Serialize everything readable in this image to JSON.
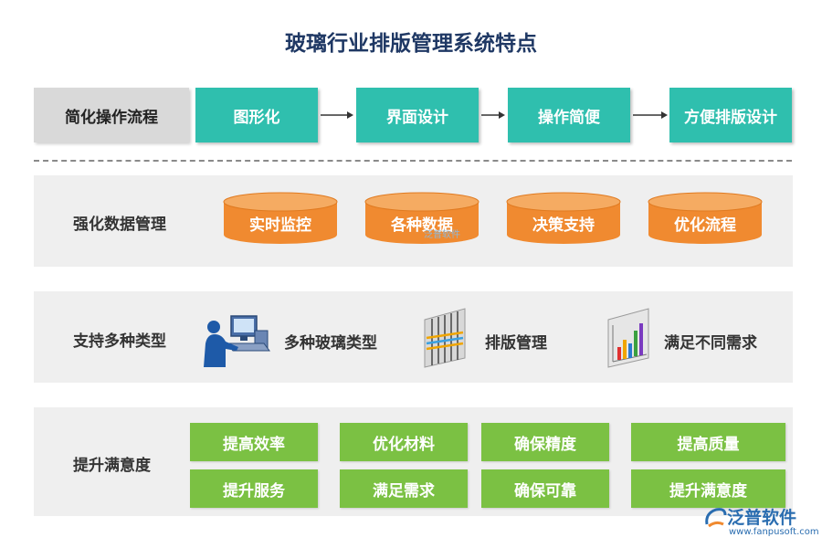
{
  "title": "玻璃行业排版管理系统特点",
  "flow": {
    "label": "简化操作流程",
    "steps": [
      "图形化",
      "界面设计",
      "操作简便",
      "方便排版设计"
    ],
    "step_color": "#2fbfae"
  },
  "data_mgmt": {
    "label": "强化数据管理",
    "items": [
      "实时监控",
      "各种数据",
      "决策支持",
      "优化流程"
    ],
    "cyl_color": "#f08a30"
  },
  "types": {
    "label": "支持多种类型",
    "items": [
      {
        "label": "多种玻璃类型",
        "icon": "person-computer-icon"
      },
      {
        "label": "排版管理",
        "icon": "glass-grid-icon"
      },
      {
        "label": "满足不同需求",
        "icon": "bar-chart-icon"
      }
    ]
  },
  "satisfaction": {
    "label": "提升满意度",
    "buttons": [
      "提高效率",
      "优化材料",
      "确保精度",
      "提高质量",
      "提升服务",
      "满足需求",
      "确保可靠",
      "提升满意度"
    ],
    "button_color": "#7bc143"
  },
  "watermark": "泛普软件",
  "logo": {
    "name": "泛普软件",
    "url": "www.fanpusoft.com"
  }
}
